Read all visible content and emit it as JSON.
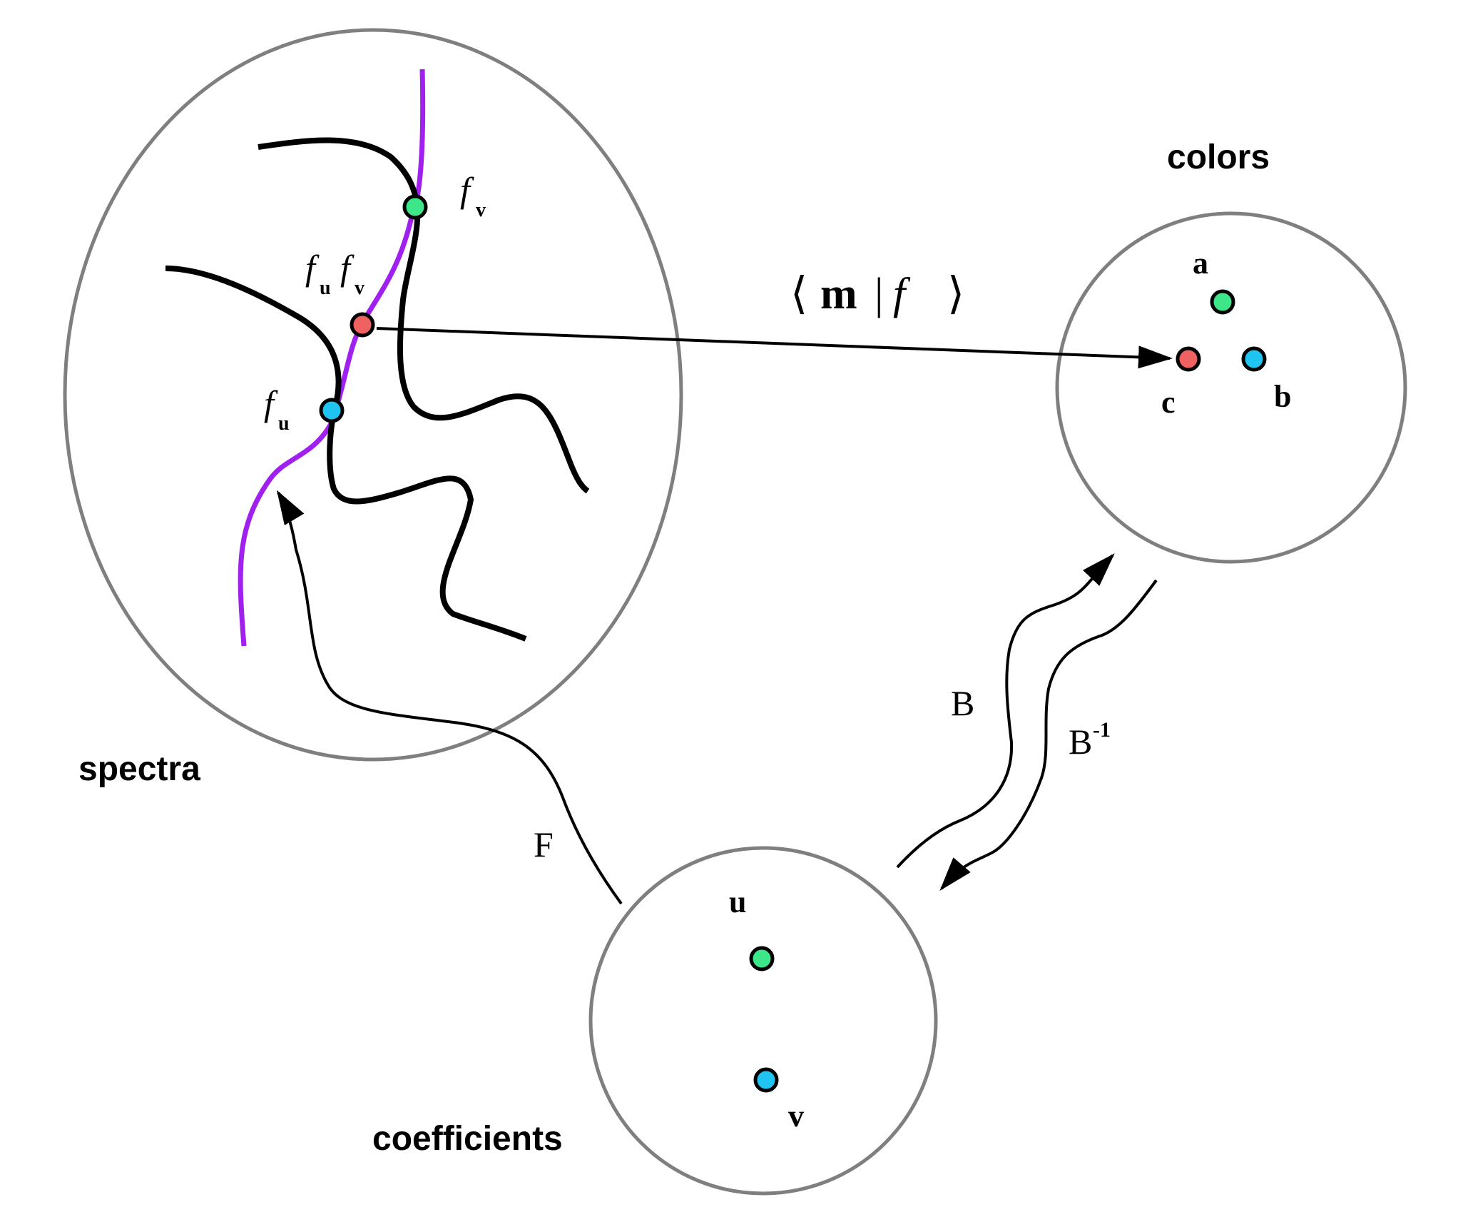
{
  "labels": {
    "spectra": "spectra",
    "colors": "colors",
    "coefficients": "coefficients"
  },
  "math": {
    "f": "f",
    "sub_u": "u",
    "sub_v": "v",
    "bracket_open": "⟨",
    "m": "m",
    "bar": "|",
    "bracket_close": "⟩",
    "F": "F",
    "B": "B",
    "B_inv": "B",
    "inv_sup": "-1"
  },
  "points": {
    "a": "a",
    "b": "b",
    "c": "c",
    "u": "u",
    "v": "v"
  },
  "colors": {
    "green": "#3ee68a",
    "blue": "#1fc4f0",
    "red": "#f06262",
    "purple": "#a020f0",
    "outline": "#7f7f7f"
  }
}
